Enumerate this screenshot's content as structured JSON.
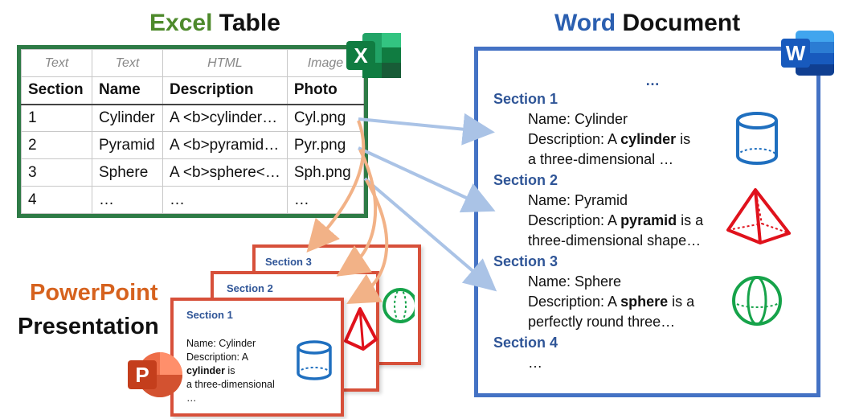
{
  "excel": {
    "title_word1": "Excel",
    "title_word2": "Table",
    "types": [
      "Text",
      "Text",
      "HTML",
      "Image"
    ],
    "headers": [
      "Section",
      "Name",
      "Description",
      "Photo"
    ],
    "rows": [
      [
        "1",
        "Cylinder",
        "A <b>cylinder…",
        "Cyl.png"
      ],
      [
        "2",
        "Pyramid",
        "A <b>pyramid…",
        "Pyr.png"
      ],
      [
        "3",
        "Sphere",
        "A <b>sphere<…",
        "Sph.png"
      ],
      [
        "4",
        "…",
        "…",
        "…"
      ]
    ],
    "icon_letter": "X"
  },
  "word": {
    "title_word1": "Word",
    "title_word2": "Document",
    "icon_letter": "W",
    "top_ellipsis": "…",
    "sections": [
      {
        "title": "Section 1",
        "name": "Name: Cylinder",
        "desc_pre": "Description: A ",
        "desc_bold": "cylinder",
        "desc_post": " is",
        "line3": "a three-dimensional …"
      },
      {
        "title": "Section 2",
        "name": "Name: Pyramid",
        "desc_pre": "Description: A ",
        "desc_bold": "pyramid",
        "desc_post": " is a",
        "line3": "three-dimensional shape…"
      },
      {
        "title": "Section 3",
        "name": "Name: Sphere",
        "desc_pre": "Description: A ",
        "desc_bold": "sphere",
        "desc_post": " is a",
        "line3": "perfectly round three…"
      }
    ],
    "section4_title": "Section 4",
    "bottom_ellipsis": "…"
  },
  "ppt": {
    "title_word1": "PowerPoint",
    "title_word2": "Presentation",
    "icon_letter": "P",
    "slide3_title": "Section 3",
    "slide2_title": "Section 2",
    "slide1": {
      "title": "Section 1",
      "name": "Name: Cylinder",
      "desc": "Description: A",
      "bold": "cylinder",
      "post": " is",
      "line4": "a three-dimensional",
      "line5": "…"
    }
  },
  "colors": {
    "excel_green": "#2e7b46",
    "word_blue": "#4472c4",
    "ppt_red": "#d7503a",
    "arrow_blue": "#aac3e6",
    "arrow_orange": "#f2b287",
    "cylinder": "#1f6fbf",
    "pyramid": "#e0121c",
    "sphere": "#16a34a"
  }
}
